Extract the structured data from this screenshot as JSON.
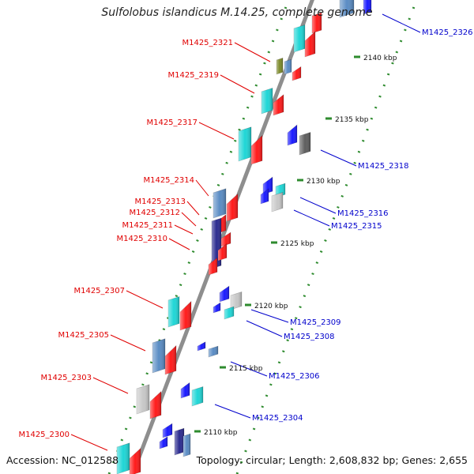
{
  "title": "Sulfolobus islandicus M.14.25, complete genome",
  "footer": {
    "accession": "Accession: NC_012588",
    "summary": "Topology: circular; Length: 2,608,832 bp; Genes: 2,655"
  },
  "colors": {
    "backbone": "#8e8e8e",
    "dot_strand": "#2e8b2e",
    "label_left": "#e00000",
    "label_right": "#0000cc",
    "gene_red": "#ff1a1a",
    "gene_cyan": "#1fd6d6",
    "gene_steel": "#5a8cc4",
    "gene_navy": "#2b2b8f",
    "gene_gray": "#c8c8c8",
    "gene_olive": "#7c8a2a",
    "gene_blue": "#1a1aff",
    "gene_dark": "#5e5e5e"
  },
  "scale_ticks": [
    {
      "label": "2110 kbp"
    },
    {
      "label": "2115 kbp"
    },
    {
      "label": "2120 kbp"
    },
    {
      "label": "2125 kbp"
    },
    {
      "label": "2130 kbp"
    },
    {
      "label": "2135 kbp"
    },
    {
      "label": "2140 kbp"
    }
  ],
  "gene_labels_left": [
    {
      "label": "M1425_2321"
    },
    {
      "label": "M1425_2319"
    },
    {
      "label": "M1425_2317"
    },
    {
      "label": "M1425_2314"
    },
    {
      "label": "M1425_2313"
    },
    {
      "label": "M1425_2312"
    },
    {
      "label": "M1425_2311"
    },
    {
      "label": "M1425_2310"
    },
    {
      "label": "M1425_2307"
    },
    {
      "label": "M1425_2305"
    },
    {
      "label": "M1425_2303"
    },
    {
      "label": "M1425_2300"
    }
  ],
  "gene_labels_right": [
    {
      "label": "M1425_2326"
    },
    {
      "label": "M1425_2318"
    },
    {
      "label": "M1425_2316"
    },
    {
      "label": "M1425_2315"
    },
    {
      "label": "M1425_2309"
    },
    {
      "label": "M1425_2308"
    },
    {
      "label": "M1425_2306"
    },
    {
      "label": "M1425_2304"
    }
  ]
}
